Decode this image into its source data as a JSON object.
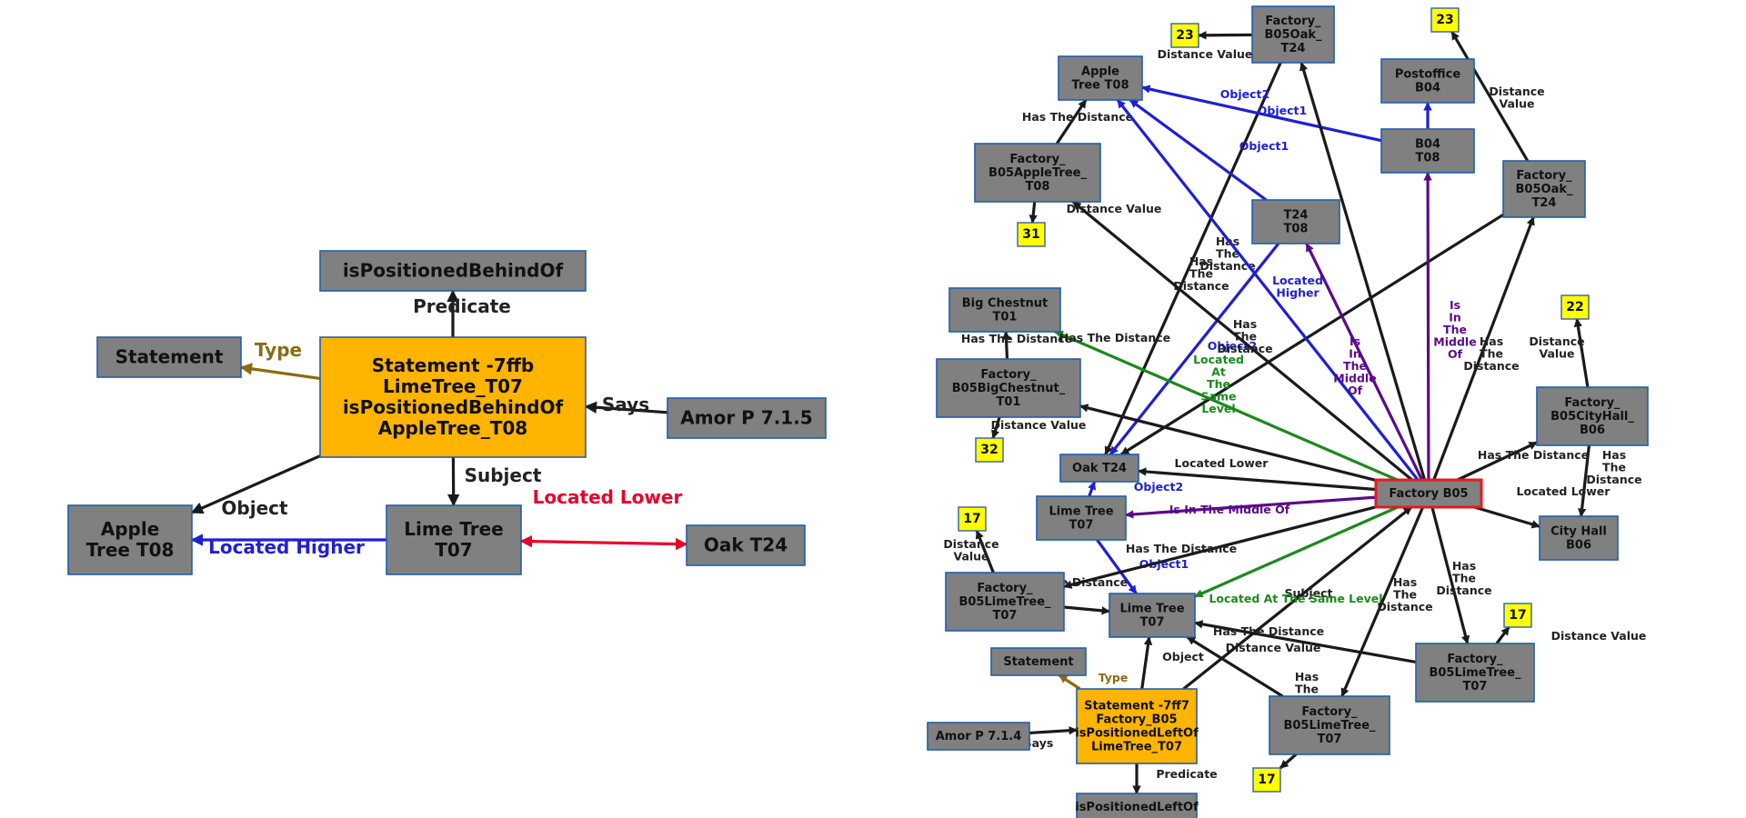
{
  "colors": {
    "black": "#1a1a1a",
    "blue": "#1f1fd6",
    "red": "#e8002a",
    "brown": "#8b6b10",
    "green": "#1a8a1a",
    "purple": "#5b0a8a"
  },
  "left_graph": {
    "nodes": [
      {
        "id": "pred",
        "style": "gray",
        "lines": [
          "isPositionedBehindOf"
        ]
      },
      {
        "id": "stmtType",
        "style": "gray",
        "lines": [
          "Statement"
        ]
      },
      {
        "id": "stmt",
        "style": "orange",
        "lines": [
          "Statement -7ffb",
          "LimeTree_T07",
          "isPositionedBehindOf",
          "AppleTree_T08"
        ]
      },
      {
        "id": "amor",
        "style": "gray",
        "lines": [
          "Amor P 7.1.5"
        ]
      },
      {
        "id": "apple",
        "style": "gray",
        "lines": [
          "Apple",
          "Tree T08"
        ]
      },
      {
        "id": "lime",
        "style": "gray",
        "lines": [
          "Lime Tree",
          "T07"
        ]
      },
      {
        "id": "oak",
        "style": "gray",
        "lines": [
          "Oak T24"
        ]
      }
    ],
    "edges": [
      {
        "from": "stmt",
        "to": "pred",
        "color": "black",
        "lines": [
          "Predicate"
        ]
      },
      {
        "from": "stmt",
        "to": "stmtType",
        "color": "brown",
        "lines": [
          "Type"
        ]
      },
      {
        "from": "amor",
        "to": "stmt",
        "color": "black",
        "lines": [
          "Says"
        ]
      },
      {
        "from": "stmt",
        "to": "lime",
        "color": "black",
        "lines": [
          "Subject"
        ]
      },
      {
        "from": "stmt",
        "to": "apple",
        "color": "black",
        "lines": [
          "Object"
        ]
      },
      {
        "from": "lime",
        "to": "apple",
        "color": "blue",
        "lines": [
          "Located Higher"
        ]
      },
      {
        "from": "lime",
        "to": "oak",
        "color": "red",
        "lines": [
          "Located Lower"
        ],
        "both": true
      }
    ]
  },
  "right_graph": {
    "nodes": [
      {
        "id": "fOakTop",
        "style": "gray",
        "lines": [
          "Factory_",
          "B05Oak_",
          "T24"
        ]
      },
      {
        "id": "n23a",
        "style": "yellow",
        "lines": [
          "23"
        ]
      },
      {
        "id": "n23b",
        "style": "yellow",
        "lines": [
          "23"
        ]
      },
      {
        "id": "apple",
        "style": "gray",
        "lines": [
          "Apple",
          "Tree T08"
        ]
      },
      {
        "id": "post",
        "style": "gray",
        "lines": [
          "Postoffice",
          "B04"
        ]
      },
      {
        "id": "b04t08",
        "style": "gray",
        "lines": [
          "B04",
          "T08"
        ]
      },
      {
        "id": "fApple",
        "style": "gray",
        "lines": [
          "Factory_",
          "B05AppleTree_",
          "T08"
        ]
      },
      {
        "id": "fOakR",
        "style": "gray",
        "lines": [
          "Factory_",
          "B05Oak_",
          "T24"
        ]
      },
      {
        "id": "n31",
        "style": "yellow",
        "lines": [
          "31"
        ]
      },
      {
        "id": "t24t08",
        "style": "gray",
        "lines": [
          "T24",
          "T08"
        ]
      },
      {
        "id": "bigChest",
        "style": "gray",
        "lines": [
          "Big Chestnut",
          "T01"
        ]
      },
      {
        "id": "n22",
        "style": "yellow",
        "lines": [
          "22"
        ]
      },
      {
        "id": "fBig",
        "style": "gray",
        "lines": [
          "Factory_",
          "B05BigChestnut_",
          "T01"
        ]
      },
      {
        "id": "fCity",
        "style": "gray",
        "lines": [
          "Factory_",
          "B05CityHall_",
          "B06"
        ]
      },
      {
        "id": "n32",
        "style": "yellow",
        "lines": [
          "32"
        ]
      },
      {
        "id": "oak",
        "style": "gray",
        "lines": [
          "Oak T24"
        ]
      },
      {
        "id": "factory",
        "style": "red",
        "lines": [
          "Factory B05"
        ]
      },
      {
        "id": "lime1",
        "style": "gray",
        "lines": [
          "Lime Tree",
          "T07"
        ]
      },
      {
        "id": "city",
        "style": "gray",
        "lines": [
          "City Hall",
          "B06"
        ]
      },
      {
        "id": "n17a",
        "style": "yellow",
        "lines": [
          "17"
        ]
      },
      {
        "id": "fLimeL",
        "style": "gray",
        "lines": [
          "Factory_",
          "B05LimeTree_",
          "T07"
        ]
      },
      {
        "id": "lime2",
        "style": "gray",
        "lines": [
          "Lime Tree",
          "T07"
        ]
      },
      {
        "id": "n17b",
        "style": "yellow",
        "lines": [
          "17"
        ]
      },
      {
        "id": "fLimeR",
        "style": "gray",
        "lines": [
          "Factory_",
          "B05LimeTree_",
          "T07"
        ]
      },
      {
        "id": "stmtT",
        "style": "gray",
        "lines": [
          "Statement"
        ]
      },
      {
        "id": "stmt",
        "style": "orange",
        "lines": [
          "Statement -7ff7",
          "Factory_B05",
          "isPositionedLeftOf",
          "LimeTree_T07"
        ]
      },
      {
        "id": "fLimeB",
        "style": "gray",
        "lines": [
          "Factory_",
          "B05LimeTree_",
          "T07"
        ]
      },
      {
        "id": "amor",
        "style": "gray",
        "lines": [
          "Amor P 7.1.4"
        ]
      },
      {
        "id": "n17c",
        "style": "yellow",
        "lines": [
          "17"
        ]
      },
      {
        "id": "predR",
        "style": "gray",
        "lines": [
          "isPositionedLeftOf"
        ]
      }
    ],
    "edges": [
      {
        "from": "fOakTop",
        "to": "n23a",
        "color": "black",
        "lines": [
          "Distance Value"
        ]
      },
      {
        "from": "fOakTop",
        "to": "oak",
        "color": "black",
        "lines": [
          "Has",
          "The",
          "Distance"
        ]
      },
      {
        "from": "fOakR",
        "to": "n23b",
        "color": "black",
        "lines": [
          "Distance",
          "Value"
        ]
      },
      {
        "from": "fOakR",
        "to": "oak",
        "color": "black",
        "lines": []
      },
      {
        "from": "fApple",
        "to": "apple",
        "color": "black",
        "lines": [
          "Has The Distance"
        ]
      },
      {
        "from": "fApple",
        "to": "n31",
        "color": "black",
        "lines": [
          "Distance Value"
        ]
      },
      {
        "from": "b04t08",
        "to": "apple",
        "color": "blue",
        "lines": [
          "Object2"
        ]
      },
      {
        "from": "b04t08",
        "to": "post",
        "color": "blue",
        "lines": [
          "Object1"
        ]
      },
      {
        "from": "t24t08",
        "to": "apple",
        "color": "blue",
        "lines": [
          "Object1"
        ]
      },
      {
        "from": "t24t08",
        "to": "oak",
        "color": "blue",
        "lines": [
          "Object2"
        ]
      },
      {
        "from": "fBig",
        "to": "bigChest",
        "color": "black",
        "lines": [
          "Has The Distance"
        ]
      },
      {
        "from": "fBig",
        "to": "n32",
        "color": "black",
        "lines": [
          "Distance Value"
        ]
      },
      {
        "from": "fCity",
        "to": "n22",
        "color": "black",
        "lines": [
          "Distance",
          "Value"
        ]
      },
      {
        "from": "fCity",
        "to": "city",
        "color": "black",
        "lines": [
          "Has",
          "The",
          "Distance"
        ]
      },
      {
        "from": "fLimeL",
        "to": "n17a",
        "color": "black",
        "lines": [
          "Distance",
          "Value"
        ]
      },
      {
        "from": "fLimeL",
        "to": "lime2",
        "color": "black",
        "lines": [
          "Has The Distance"
        ]
      },
      {
        "from": "lime1",
        "to": "oak",
        "color": "blue",
        "lines": [
          "Object2"
        ]
      },
      {
        "from": "lime1",
        "to": "lime2",
        "color": "blue",
        "lines": [
          "Object1"
        ]
      },
      {
        "from": "fLimeR",
        "to": "n17b",
        "color": "black",
        "lines": [
          "Distance Value"
        ]
      },
      {
        "from": "fLimeR",
        "to": "lime2",
        "color": "black",
        "lines": [
          "Has The Distance"
        ]
      },
      {
        "from": "fLimeB",
        "to": "n17c",
        "color": "black",
        "lines": [
          "Distance Value"
        ]
      },
      {
        "from": "fLimeB",
        "to": "lime2",
        "color": "black",
        "lines": [
          "Has",
          "The",
          "Distance"
        ]
      },
      {
        "from": "stmt",
        "to": "stmtT",
        "color": "brown",
        "lines": [
          "Type"
        ]
      },
      {
        "from": "amor",
        "to": "stmt",
        "color": "black",
        "lines": [
          "Says"
        ]
      },
      {
        "from": "stmt",
        "to": "lime2",
        "color": "black",
        "lines": [
          "Object"
        ]
      },
      {
        "from": "stmt",
        "to": "predR",
        "color": "black",
        "lines": [
          "Predicate"
        ]
      },
      {
        "from": "stmt",
        "to": "factory",
        "color": "black",
        "lines": [
          "Subject"
        ]
      },
      {
        "from": "factory",
        "to": "apple",
        "color": "blue",
        "lines": [
          "Located",
          "Higher"
        ]
      },
      {
        "from": "factory",
        "to": "t24t08",
        "color": "purple",
        "lines": [
          "Is",
          "In",
          "The",
          "Middle",
          "Of"
        ]
      },
      {
        "from": "factory",
        "to": "b04t08",
        "color": "purple",
        "lines": [
          "Is",
          "In",
          "The",
          "Middle",
          "Of"
        ]
      },
      {
        "from": "factory",
        "to": "lime1",
        "color": "purple",
        "lines": [
          "Is In The Middle Of"
        ]
      },
      {
        "from": "factory",
        "to": "bigChest",
        "color": "green",
        "lines": [
          "Located",
          "At",
          "The",
          "Same",
          "Level"
        ]
      },
      {
        "from": "factory",
        "to": "lime2",
        "color": "green",
        "lines": [
          "Located At The Same Level"
        ]
      },
      {
        "from": "factory",
        "to": "oak",
        "color": "black",
        "lines": [
          "Located Lower"
        ]
      },
      {
        "from": "factory",
        "to": "city",
        "color": "black",
        "lines": [
          "Located Lower"
        ]
      },
      {
        "from": "factory",
        "to": "fOakTop",
        "color": "black",
        "lines": [
          "Has",
          "The",
          "Distance"
        ]
      },
      {
        "from": "factory",
        "to": "fApple",
        "color": "black",
        "lines": [
          "Has",
          "The",
          "Distance"
        ]
      },
      {
        "from": "factory",
        "to": "fOakR",
        "color": "black",
        "lines": [
          "Has",
          "The",
          "Distance"
        ]
      },
      {
        "from": "factory",
        "to": "fBig",
        "color": "black",
        "lines": [
          "Has The Distance"
        ]
      },
      {
        "from": "factory",
        "to": "fCity",
        "color": "black",
        "lines": [
          "Has The Distance"
        ]
      },
      {
        "from": "factory",
        "to": "fLimeL",
        "color": "black",
        "lines": [
          "Has The Distance"
        ]
      },
      {
        "from": "factory",
        "to": "fLimeR",
        "color": "black",
        "lines": [
          "Has",
          "The",
          "Distance"
        ]
      },
      {
        "from": "factory",
        "to": "fLimeB",
        "color": "black",
        "lines": [
          "Has",
          "The",
          "Distance"
        ]
      }
    ]
  }
}
